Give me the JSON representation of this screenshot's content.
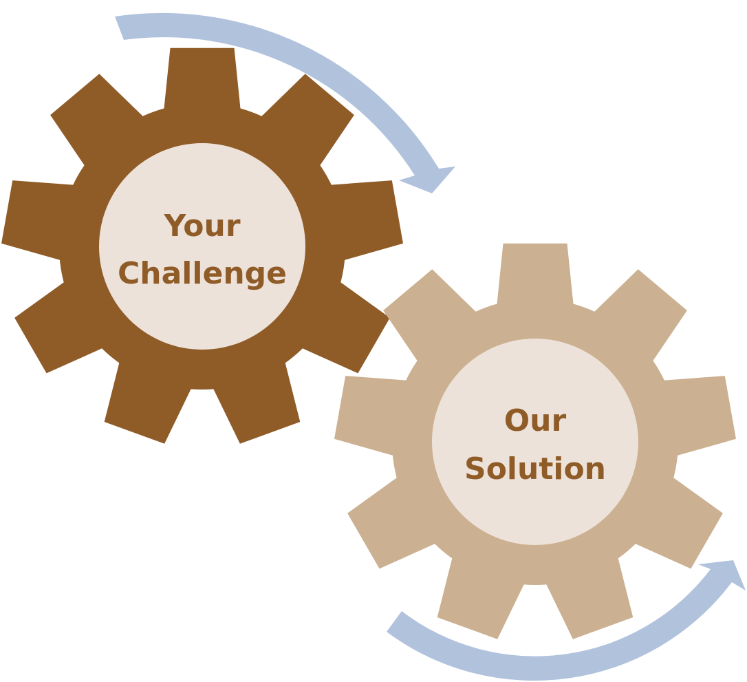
{
  "colors": {
    "gear_primary": "#8f5c28",
    "gear_secondary": "#cbb091",
    "hub_fill": "#ede2d9",
    "label_text": "#8f5c28",
    "arrow": "#b1c2dd"
  },
  "gears": [
    {
      "id": "challenge",
      "line1": "Your",
      "line2": "Challenge"
    },
    {
      "id": "solution",
      "line1": "Our",
      "line2": "Solution"
    }
  ],
  "arrows": [
    {
      "id": "arrow-top",
      "icon": "curved-arrow-clockwise"
    },
    {
      "id": "arrow-bottom",
      "icon": "curved-arrow-counterclockwise"
    }
  ]
}
